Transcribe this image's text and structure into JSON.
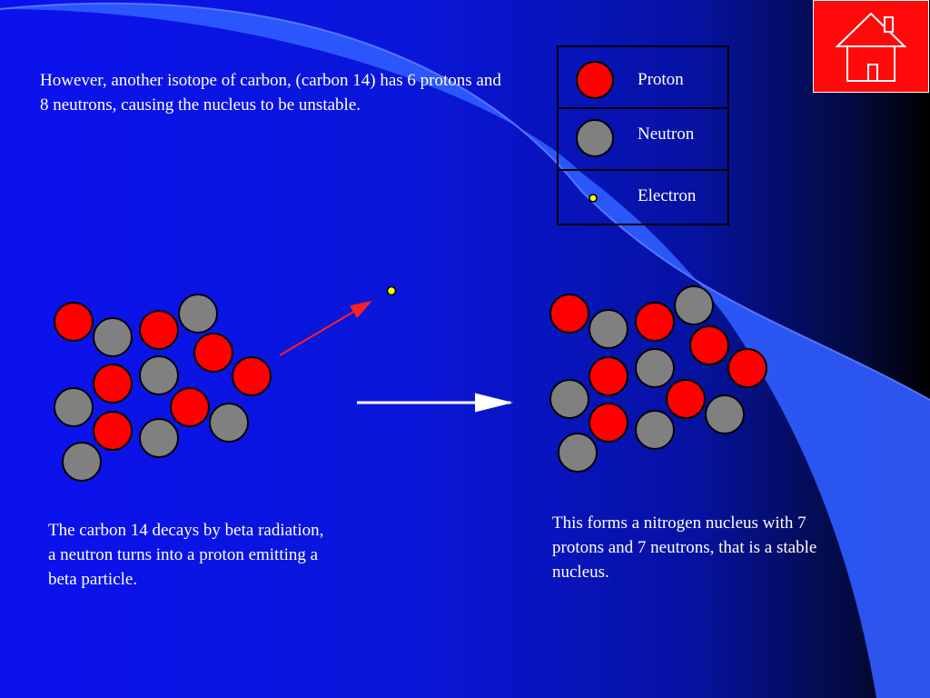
{
  "slide": {
    "intro_text": "However, another isotope of carbon, (carbon 14) has 6 protons and 8 neutrons, causing the nucleus to be unstable.",
    "caption_left": "The carbon 14 decays by beta radiation, a neutron turns into a proton emitting a beta particle.",
    "caption_right": "This forms a nitrogen nucleus with 7 protons and 7 neutrons, that is a stable nucleus."
  },
  "legend": {
    "items": [
      {
        "label": "Proton",
        "color": "#ff0000"
      },
      {
        "label": "Neutron",
        "color": "#808080"
      },
      {
        "label": "Electron",
        "color": "#ffff00"
      }
    ]
  },
  "colors": {
    "proton": "#ff0000",
    "neutron": "#808080",
    "electron": "#ffff00",
    "arrow": "#ffffff",
    "emission_arrow": "#ff2020",
    "home_button": "#ff0a0a"
  },
  "nav": {
    "home_icon": "home-icon"
  }
}
